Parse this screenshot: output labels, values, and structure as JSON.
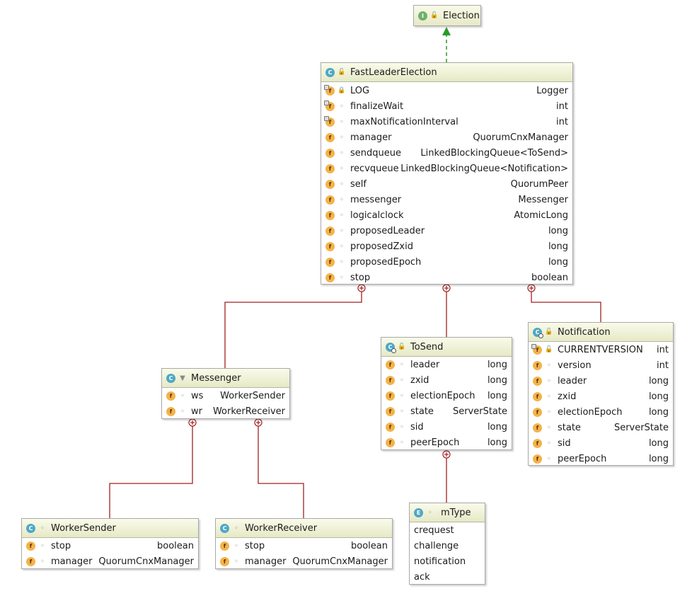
{
  "diagram": {
    "election": {
      "title": "Election",
      "badge": "I",
      "icon": "interface-icon",
      "visibility": "public"
    },
    "fastLeaderElection": {
      "title": "FastLeaderElection",
      "badge": "C",
      "icon": "class-icon",
      "visibility": "public",
      "fields": [
        {
          "name": "LOG",
          "type": "Logger",
          "static": true,
          "vis": "private"
        },
        {
          "name": "finalizeWait",
          "type": "int",
          "static": true,
          "vis": "package"
        },
        {
          "name": "maxNotificationInterval",
          "type": "int",
          "static": true,
          "vis": "package"
        },
        {
          "name": "manager",
          "type": "QuorumCnxManager",
          "static": false,
          "vis": "package"
        },
        {
          "name": "sendqueue",
          "type": "LinkedBlockingQueue<ToSend>",
          "static": false,
          "vis": "package"
        },
        {
          "name": "recvqueue",
          "type": "LinkedBlockingQueue<Notification>",
          "static": false,
          "vis": "package"
        },
        {
          "name": "self",
          "type": "QuorumPeer",
          "static": false,
          "vis": "package"
        },
        {
          "name": "messenger",
          "type": "Messenger",
          "static": false,
          "vis": "package"
        },
        {
          "name": "logicalclock",
          "type": "AtomicLong",
          "static": false,
          "vis": "package"
        },
        {
          "name": "proposedLeader",
          "type": "long",
          "static": false,
          "vis": "package"
        },
        {
          "name": "proposedZxid",
          "type": "long",
          "static": false,
          "vis": "package"
        },
        {
          "name": "proposedEpoch",
          "type": "long",
          "static": false,
          "vis": "package"
        },
        {
          "name": "stop",
          "type": "boolean",
          "static": false,
          "vis": "package"
        }
      ]
    },
    "messenger": {
      "title": "Messenger",
      "badge": "C",
      "icon": "class-icon",
      "visibility": "filter",
      "fields": [
        {
          "name": "ws",
          "type": "WorkerSender",
          "static": false,
          "vis": "package"
        },
        {
          "name": "wr",
          "type": "WorkerReceiver",
          "static": false,
          "vis": "package"
        }
      ]
    },
    "toSend": {
      "title": "ToSend",
      "badge": "C",
      "icon": "static-class-icon",
      "visibility": "public",
      "fields": [
        {
          "name": "leader",
          "type": "long",
          "static": false,
          "vis": "package"
        },
        {
          "name": "zxid",
          "type": "long",
          "static": false,
          "vis": "package"
        },
        {
          "name": "electionEpoch",
          "type": "long",
          "static": false,
          "vis": "package"
        },
        {
          "name": "state",
          "type": "ServerState",
          "static": false,
          "vis": "package"
        },
        {
          "name": "sid",
          "type": "long",
          "static": false,
          "vis": "package"
        },
        {
          "name": "peerEpoch",
          "type": "long",
          "static": false,
          "vis": "package"
        }
      ]
    },
    "notification": {
      "title": "Notification",
      "badge": "C",
      "icon": "static-class-icon",
      "visibility": "public",
      "fields": [
        {
          "name": "CURRENTVERSION",
          "type": "int",
          "static": true,
          "vis": "public"
        },
        {
          "name": "version",
          "type": "int",
          "static": false,
          "vis": "package"
        },
        {
          "name": "leader",
          "type": "long",
          "static": false,
          "vis": "package"
        },
        {
          "name": "zxid",
          "type": "long",
          "static": false,
          "vis": "package"
        },
        {
          "name": "electionEpoch",
          "type": "long",
          "static": false,
          "vis": "package"
        },
        {
          "name": "state",
          "type": "ServerState",
          "static": false,
          "vis": "package"
        },
        {
          "name": "sid",
          "type": "long",
          "static": false,
          "vis": "package"
        },
        {
          "name": "peerEpoch",
          "type": "long",
          "static": false,
          "vis": "package"
        }
      ]
    },
    "workerSender": {
      "title": "WorkerSender",
      "badge": "C",
      "icon": "class-icon",
      "visibility": "package",
      "fields": [
        {
          "name": "stop",
          "type": "boolean",
          "static": false,
          "vis": "package"
        },
        {
          "name": "manager",
          "type": "QuorumCnxManager",
          "static": false,
          "vis": "package"
        }
      ]
    },
    "workerReceiver": {
      "title": "WorkerReceiver",
      "badge": "C",
      "icon": "class-icon",
      "visibility": "package",
      "fields": [
        {
          "name": "stop",
          "type": "boolean",
          "static": false,
          "vis": "package"
        },
        {
          "name": "manager",
          "type": "QuorumCnxManager",
          "static": false,
          "vis": "package"
        }
      ]
    },
    "mType": {
      "title": "mType",
      "badge": "E",
      "icon": "enum-icon",
      "visibility": "package",
      "constants": [
        "crequest",
        "challenge",
        "notification",
        "ack"
      ]
    }
  },
  "colors": {
    "inheritance": "#2a9a2a",
    "inner": "#a02020",
    "header": "#e6e9c6"
  }
}
